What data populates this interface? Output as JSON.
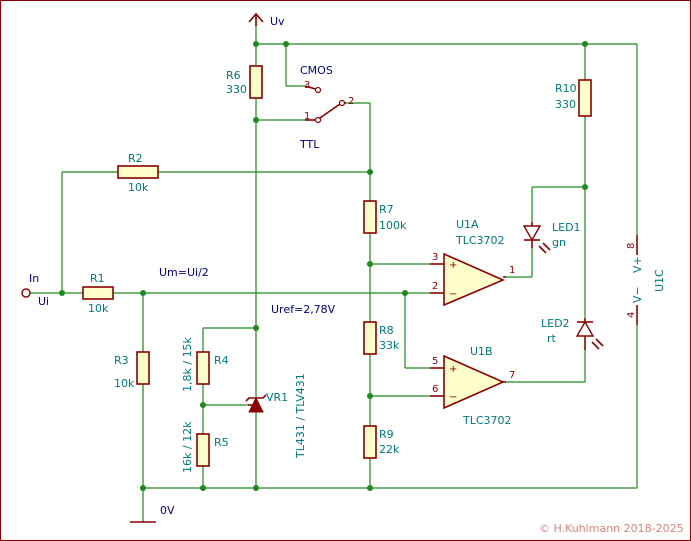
{
  "labels": {
    "uv": "Uv",
    "in": "In",
    "ui": "Ui",
    "gnd": "0V",
    "cmos": "CMOS",
    "ttl": "TTL",
    "pin3": "3",
    "pin2": "2",
    "pin1": "1",
    "um": "Um=Ui/2",
    "uref": "Uref=2,78V",
    "copyright": "© H.Kuhlmann 2018-2025"
  },
  "components": {
    "r1": {
      "ref": "R1",
      "value": "10k"
    },
    "r2": {
      "ref": "R2",
      "value": "10k"
    },
    "r3": {
      "ref": "R3",
      "value": "10k"
    },
    "r4": {
      "ref": "R4",
      "value": "1,8k / 15k"
    },
    "r5": {
      "ref": "R5",
      "value": "16k / 12k"
    },
    "r6": {
      "ref": "R6",
      "value": "330"
    },
    "r7": {
      "ref": "R7",
      "value": "100k"
    },
    "r8": {
      "ref": "R8",
      "value": "33k"
    },
    "r9": {
      "ref": "R9",
      "value": "22k"
    },
    "r10": {
      "ref": "R10",
      "value": "330"
    },
    "vr1": {
      "ref": "VR1",
      "value": "TL431 / TLV431"
    },
    "led1": {
      "ref": "LED1",
      "value": "gn"
    },
    "led2": {
      "ref": "LED2",
      "value": "rt"
    },
    "u1a": {
      "ref": "U1A",
      "value": "TLC3702",
      "pin_plus": "3",
      "pin_minus": "2",
      "pin_out": "1"
    },
    "u1b": {
      "ref": "U1B",
      "value": "TLC3702",
      "pin_plus": "5",
      "pin_minus": "6",
      "pin_out": "7"
    },
    "u1c": {
      "ref": "U1C",
      "vplus": "V+",
      "vminus": "V−",
      "pin_vplus": "8",
      "pin_vminus": "4"
    }
  },
  "colors": {
    "wire": "#1e8a1e",
    "part": "#8b0000",
    "body_fill": "#ffffcc",
    "designator": "#007a7a",
    "net_label": "#000080",
    "copyright": "#d78484"
  }
}
